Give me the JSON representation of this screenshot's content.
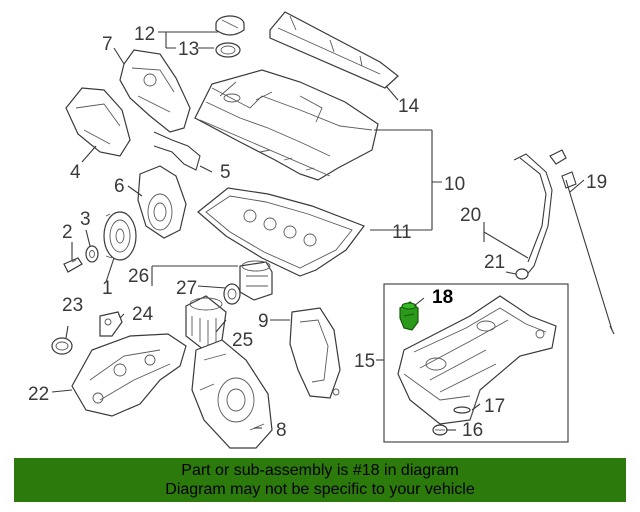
{
  "callouts": {
    "c1": "1",
    "c2": "2",
    "c3": "3",
    "c4": "4",
    "c5": "5",
    "c6": "6",
    "c7": "7",
    "c8": "8",
    "c9": "9",
    "c10": "10",
    "c11": "11",
    "c12": "12",
    "c13": "13",
    "c14": "14",
    "c15": "15",
    "c16": "16",
    "c17": "17",
    "c18": "18",
    "c19": "19",
    "c20": "20",
    "c21": "21",
    "c22": "22",
    "c23": "23",
    "c24": "24",
    "c25": "25",
    "c26": "26",
    "c27": "27"
  },
  "highlighted_part": "18",
  "banner": {
    "line1": "Part or sub-assembly is #18 in diagram",
    "line2": "Diagram may not be specific to your vehicle",
    "background": "#2b7a0b"
  },
  "colors": {
    "highlight": "#2b9a1a",
    "linework": "#3a3a3a"
  }
}
